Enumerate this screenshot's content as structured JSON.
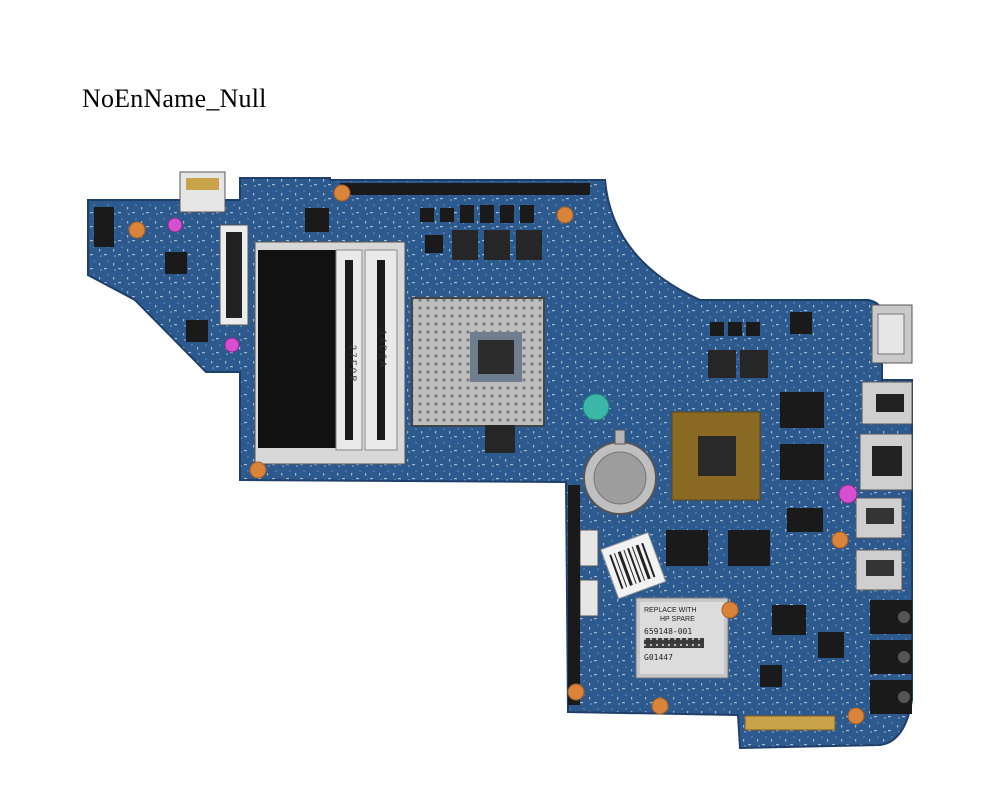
{
  "watermark": "NoEnName_Null",
  "sticker": {
    "line1": "REPLACE WITH",
    "line2": "HP SPARE",
    "line3": "659148-001",
    "line4": "G01447"
  },
  "dimm_slot_labels": [
    "2 7 F 0 B",
    "1 4 D 0 A"
  ],
  "colors": {
    "pcb": "#2d5a8e",
    "pcb_dark": "#1f3f6b",
    "chip": "#1a1a1a",
    "socket": "#c9c9c9",
    "gpu_substrate": "#8a6a22",
    "screw_pad": "#d9843a"
  }
}
